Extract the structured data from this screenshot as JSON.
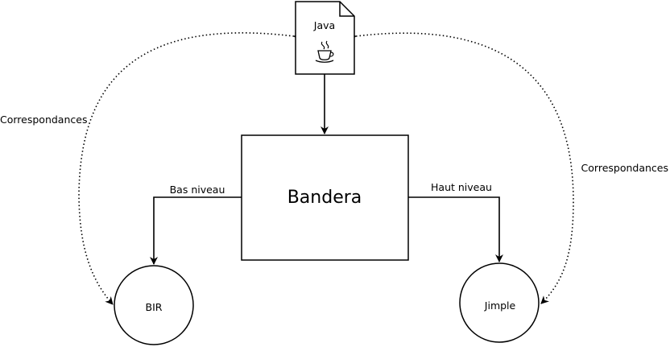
{
  "nodes": {
    "java": {
      "label": "Java",
      "icon": "java-coffee-cup-icon"
    },
    "bandera": {
      "label": "Bandera"
    },
    "bir": {
      "label": "BIR"
    },
    "jimple": {
      "label": "Jimple"
    }
  },
  "edges": {
    "java_to_bandera": {
      "label": ""
    },
    "bandera_to_bir": {
      "label": "Bas niveau"
    },
    "bandera_to_jimple": {
      "label": "Haut niveau"
    },
    "left_correspondence": {
      "label": "Correspondances",
      "style": "dotted",
      "direction": "both"
    },
    "right_correspondence": {
      "label": "Correspondances",
      "style": "dotted",
      "direction": "both"
    }
  },
  "colors": {
    "stroke": "#000000",
    "fill": "#ffffff"
  }
}
